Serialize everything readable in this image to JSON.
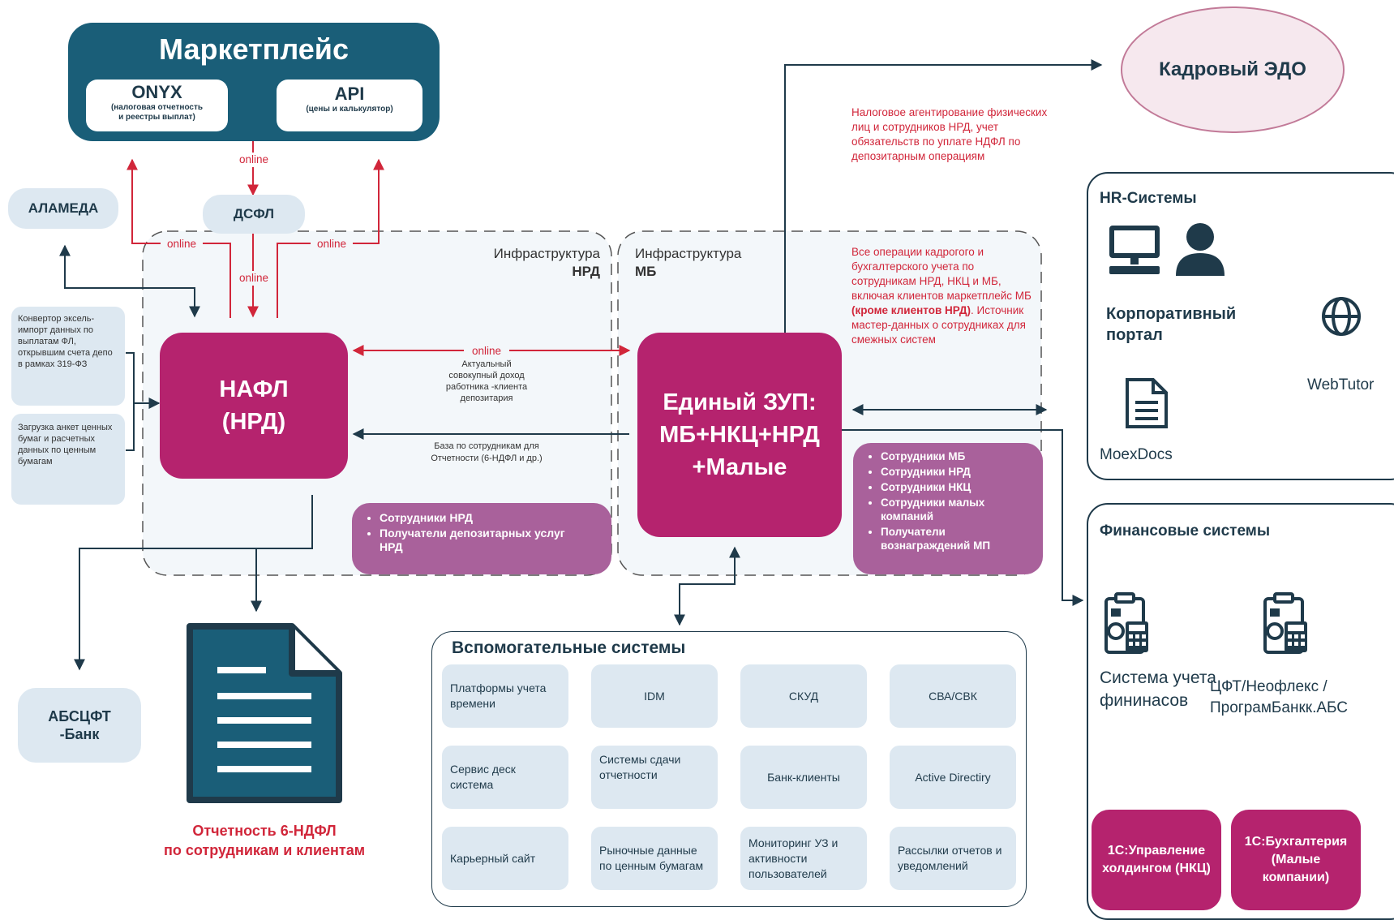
{
  "marketplace": {
    "title": "Маркетплейс",
    "onyx_title": "ONYX",
    "onyx_sub": "(налоговая отчетность\nи реестры выплат)",
    "api_title": "API",
    "api_sub": "(цены и калькулятор)"
  },
  "alameda": "АЛАМЕДА",
  "dsfl": "ДСФЛ",
  "online": "online",
  "converter_note": "Конвертор эксель-импорт данных по выплатам ФЛ, открывшим счета депо в рамках 319-ФЗ",
  "upload_note": "Загрузка анкет ценных бумаг и расчетных данных по ценным бумагам",
  "infra_nrd": {
    "line1": "Инфраструктура",
    "line2": "НРД"
  },
  "infra_mb": {
    "line1": "Инфраструктура",
    "line2": "МБ"
  },
  "nafl": {
    "line1": "НАФЛ",
    "line2": "(НРД)"
  },
  "zup": {
    "line1": "Единый ЗУП:",
    "line2": "МБ+НКЦ+НРД",
    "line3": "+Малые"
  },
  "income_note": "Актуальный совокупный доход работника -клиента депозитария",
  "base_note": "База по сотрудникам для Отчетности (6-НДФЛ и др.)",
  "nrd_list": [
    "Сотрудники НРД",
    "Получатели депозитарных услуг НРД"
  ],
  "mb_list": [
    "Сотрудники МБ",
    "Сотрудники НРД",
    "Сотрудники НКЦ",
    "Сотрудники малых компаний",
    "Получатели вознаграждений МП"
  ],
  "tax_agent_note": "Налоговое агентирование физических лиц и сотрудников НРД, учет обязательств по уплате НДФЛ по депозитарным операциям",
  "hr_ops_note": {
    "part1": "Все операции кадрогого и бухгалтерского учета по сотрудникам НРД, НКЦ и МБ, включая клиентов маркетплейс МБ",
    "bold": "(кроме клиентов НРД)",
    "part2": ". Источник мастер-данных о сотрудниках для смежных систем"
  },
  "kadr_edo": "Кадровый ЭДО",
  "hr_systems": {
    "title": "HR-Системы",
    "portal": "Корпоративный портал",
    "moexdocs": "MoexDocs",
    "webtutor": "WebTutor"
  },
  "fin_systems": {
    "title": "Финансовые системы",
    "fin_acc": "Система учета фининасов",
    "cft": "ЦФТ/Неофлекс /ПрограмБанкк.АБС",
    "onec_holding": "1С:Управление холдингом (НКЦ)",
    "onec_buh": "1С:Бухгалтерия (Малые компании)"
  },
  "abs": {
    "line1": "АБСЦФТ",
    "line2": "-Банк"
  },
  "report": {
    "line1": "Отчетность 6-НДФЛ",
    "line2": "по сотрудникам и клиентам"
  },
  "aux": {
    "title": "Вспомогательные системы",
    "cells": [
      "Платформы учета времени",
      "IDM",
      "СКУД",
      "СВА/СВК",
      "Сервис деск система",
      "Системы сдачи отчетности",
      "Банк-клиенты",
      "Active Directiry",
      "Карьерный сайт",
      "Рыночные данные по ценным бумагам",
      "Мониторинг УЗ и активности пользователей",
      "Рассылки отчетов и уведомлений"
    ]
  },
  "colors": {
    "navy": "#1f3a4a",
    "teal": "#1a5e78",
    "magenta": "#b5236e",
    "lilac": "#a9619b",
    "red": "#d1263a",
    "pale": "#dde8f1"
  }
}
